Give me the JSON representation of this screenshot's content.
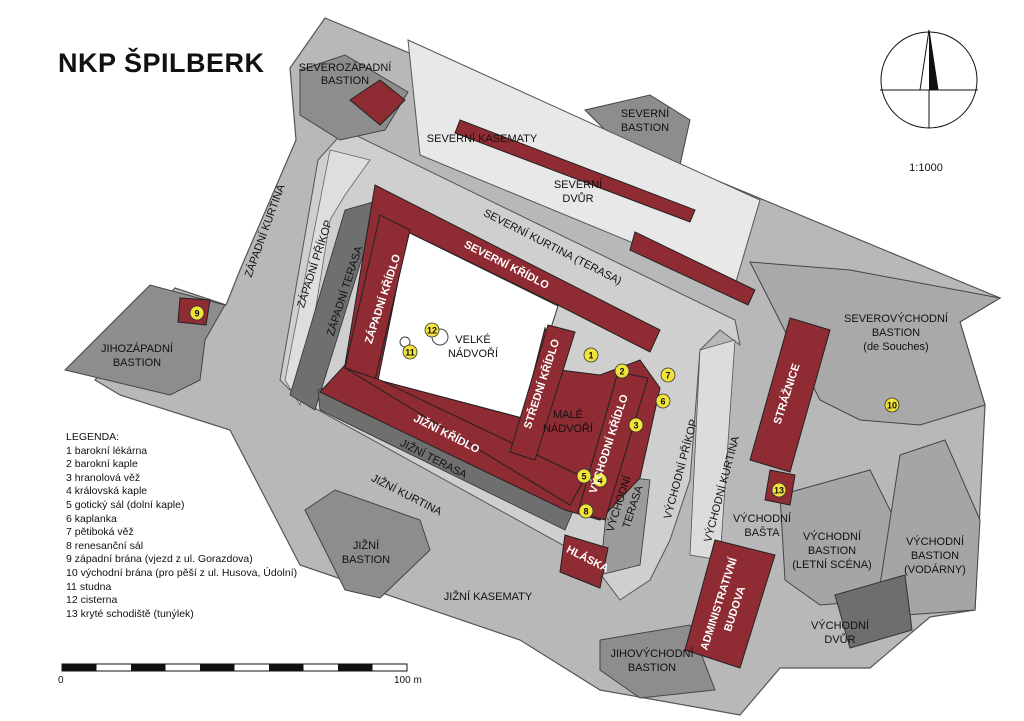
{
  "title": "NKP ŠPILBERK",
  "scale_ratio": "1:1000",
  "scale_bar": {
    "start": "0",
    "end": "100 m"
  },
  "legend": {
    "heading": "LEGENDA:",
    "items": [
      "1 barokní lékárna",
      "2 barokní kaple",
      "3 hranolová věž",
      "4 královská kaple",
      "5 gotický sál (dolní kaple)",
      "6 kaplanka",
      "7 pětiboká věž",
      "8 renesanční sál",
      "9 západní brána (vjezd z ul. Gorazdova)",
      "10 východní brána (pro pěší z ul. Husova, Údolní)",
      "11 studna",
      "12 cisterna",
      "13 kryté schodiště (tunýlek)"
    ]
  },
  "map_labels": {
    "severozapadni_bastion": [
      "SEVEROZÁPADNÍ",
      "BASTION"
    ],
    "severni_bastion": [
      "SEVERNÍ",
      "BASTION"
    ],
    "severni_kasematy": "SEVERNÍ KASEMATY",
    "severni_dvur": [
      "SEVERNÍ",
      "DVŮR"
    ],
    "severni_kurtina": "SEVERNÍ KURTINA (TERASA)",
    "zapadni_kurtina": "ZÁPADNÍ KURTINA",
    "zapadni_prikop": "ZÁPADNÍ PŘÍKOP",
    "zapadni_terasa": "ZÁPADNÍ TERASA",
    "zapadni_kridlo": "ZÁPADNÍ KŘÍDLO",
    "severni_kridlo": "SEVERNÍ KŘÍDLO",
    "velke_nadvori": [
      "VELKÉ",
      "NÁDVOŘÍ"
    ],
    "stredni_kridlo": "STŘEDNÍ KŘÍDLO",
    "male_nadvori": [
      "MALÉ",
      "NÁDVOŘÍ"
    ],
    "vychodni_kridlo": "VÝCHODNÍ KŘÍDLO",
    "jizni_kridlo": "JIŽNÍ KŘÍDLO",
    "jizni_terasa": "JIŽNÍ TERASA",
    "jizni_kurtina": "JIŽNÍ KURTINA",
    "jihozapadni_bastion": [
      "JIHOZÁPADNÍ",
      "BASTION"
    ],
    "jizni_bastion": [
      "JIŽNÍ",
      "BASTION"
    ],
    "jizni_kasematy": "JIŽNÍ KASEMATY",
    "hlaska": "HLÁSKA",
    "vychodni_terasa": [
      "VÝCHODNÍ",
      "TERASA"
    ],
    "vychodni_prikop": "VÝCHODNÍ PŘÍKOP",
    "vychodni_kurtina": "VÝCHODNÍ KURTINA",
    "straznice": "STRÁŽNICE",
    "severovychodni_bastion": [
      "SEVEROVÝCHODNÍ",
      "BASTION",
      "(de Souches)"
    ],
    "vychodni_basta": [
      "VÝCHODNÍ",
      "BAŠTA"
    ],
    "vychodni_bastion_letni": [
      "VÝCHODNÍ",
      "BASTION",
      "(LETNÍ SCÉNA)"
    ],
    "vychodni_bastion_vodarny": [
      "VÝCHODNÍ",
      "BASTION",
      "(VODÁRNY)"
    ],
    "vychodni_dvur": [
      "VÝCHODNÍ",
      "DVŮR"
    ],
    "administrativni_budova": [
      "ADMINISTRATIVNÍ",
      "BUDOVA"
    ],
    "jihovychodni_bastion": [
      "JIHOVÝCHODNÍ",
      "BASTION"
    ]
  },
  "markers": [
    "1",
    "2",
    "3",
    "4",
    "5",
    "6",
    "7",
    "8",
    "9",
    "10",
    "11",
    "12",
    "13"
  ],
  "colors": {
    "roof": "#8e2b33",
    "wall": "#9a9a9a",
    "terrace": "#c8c8c8",
    "courtyard": "#ffffff",
    "dark": "#6e6e6e",
    "marker": "#f2e33a"
  }
}
